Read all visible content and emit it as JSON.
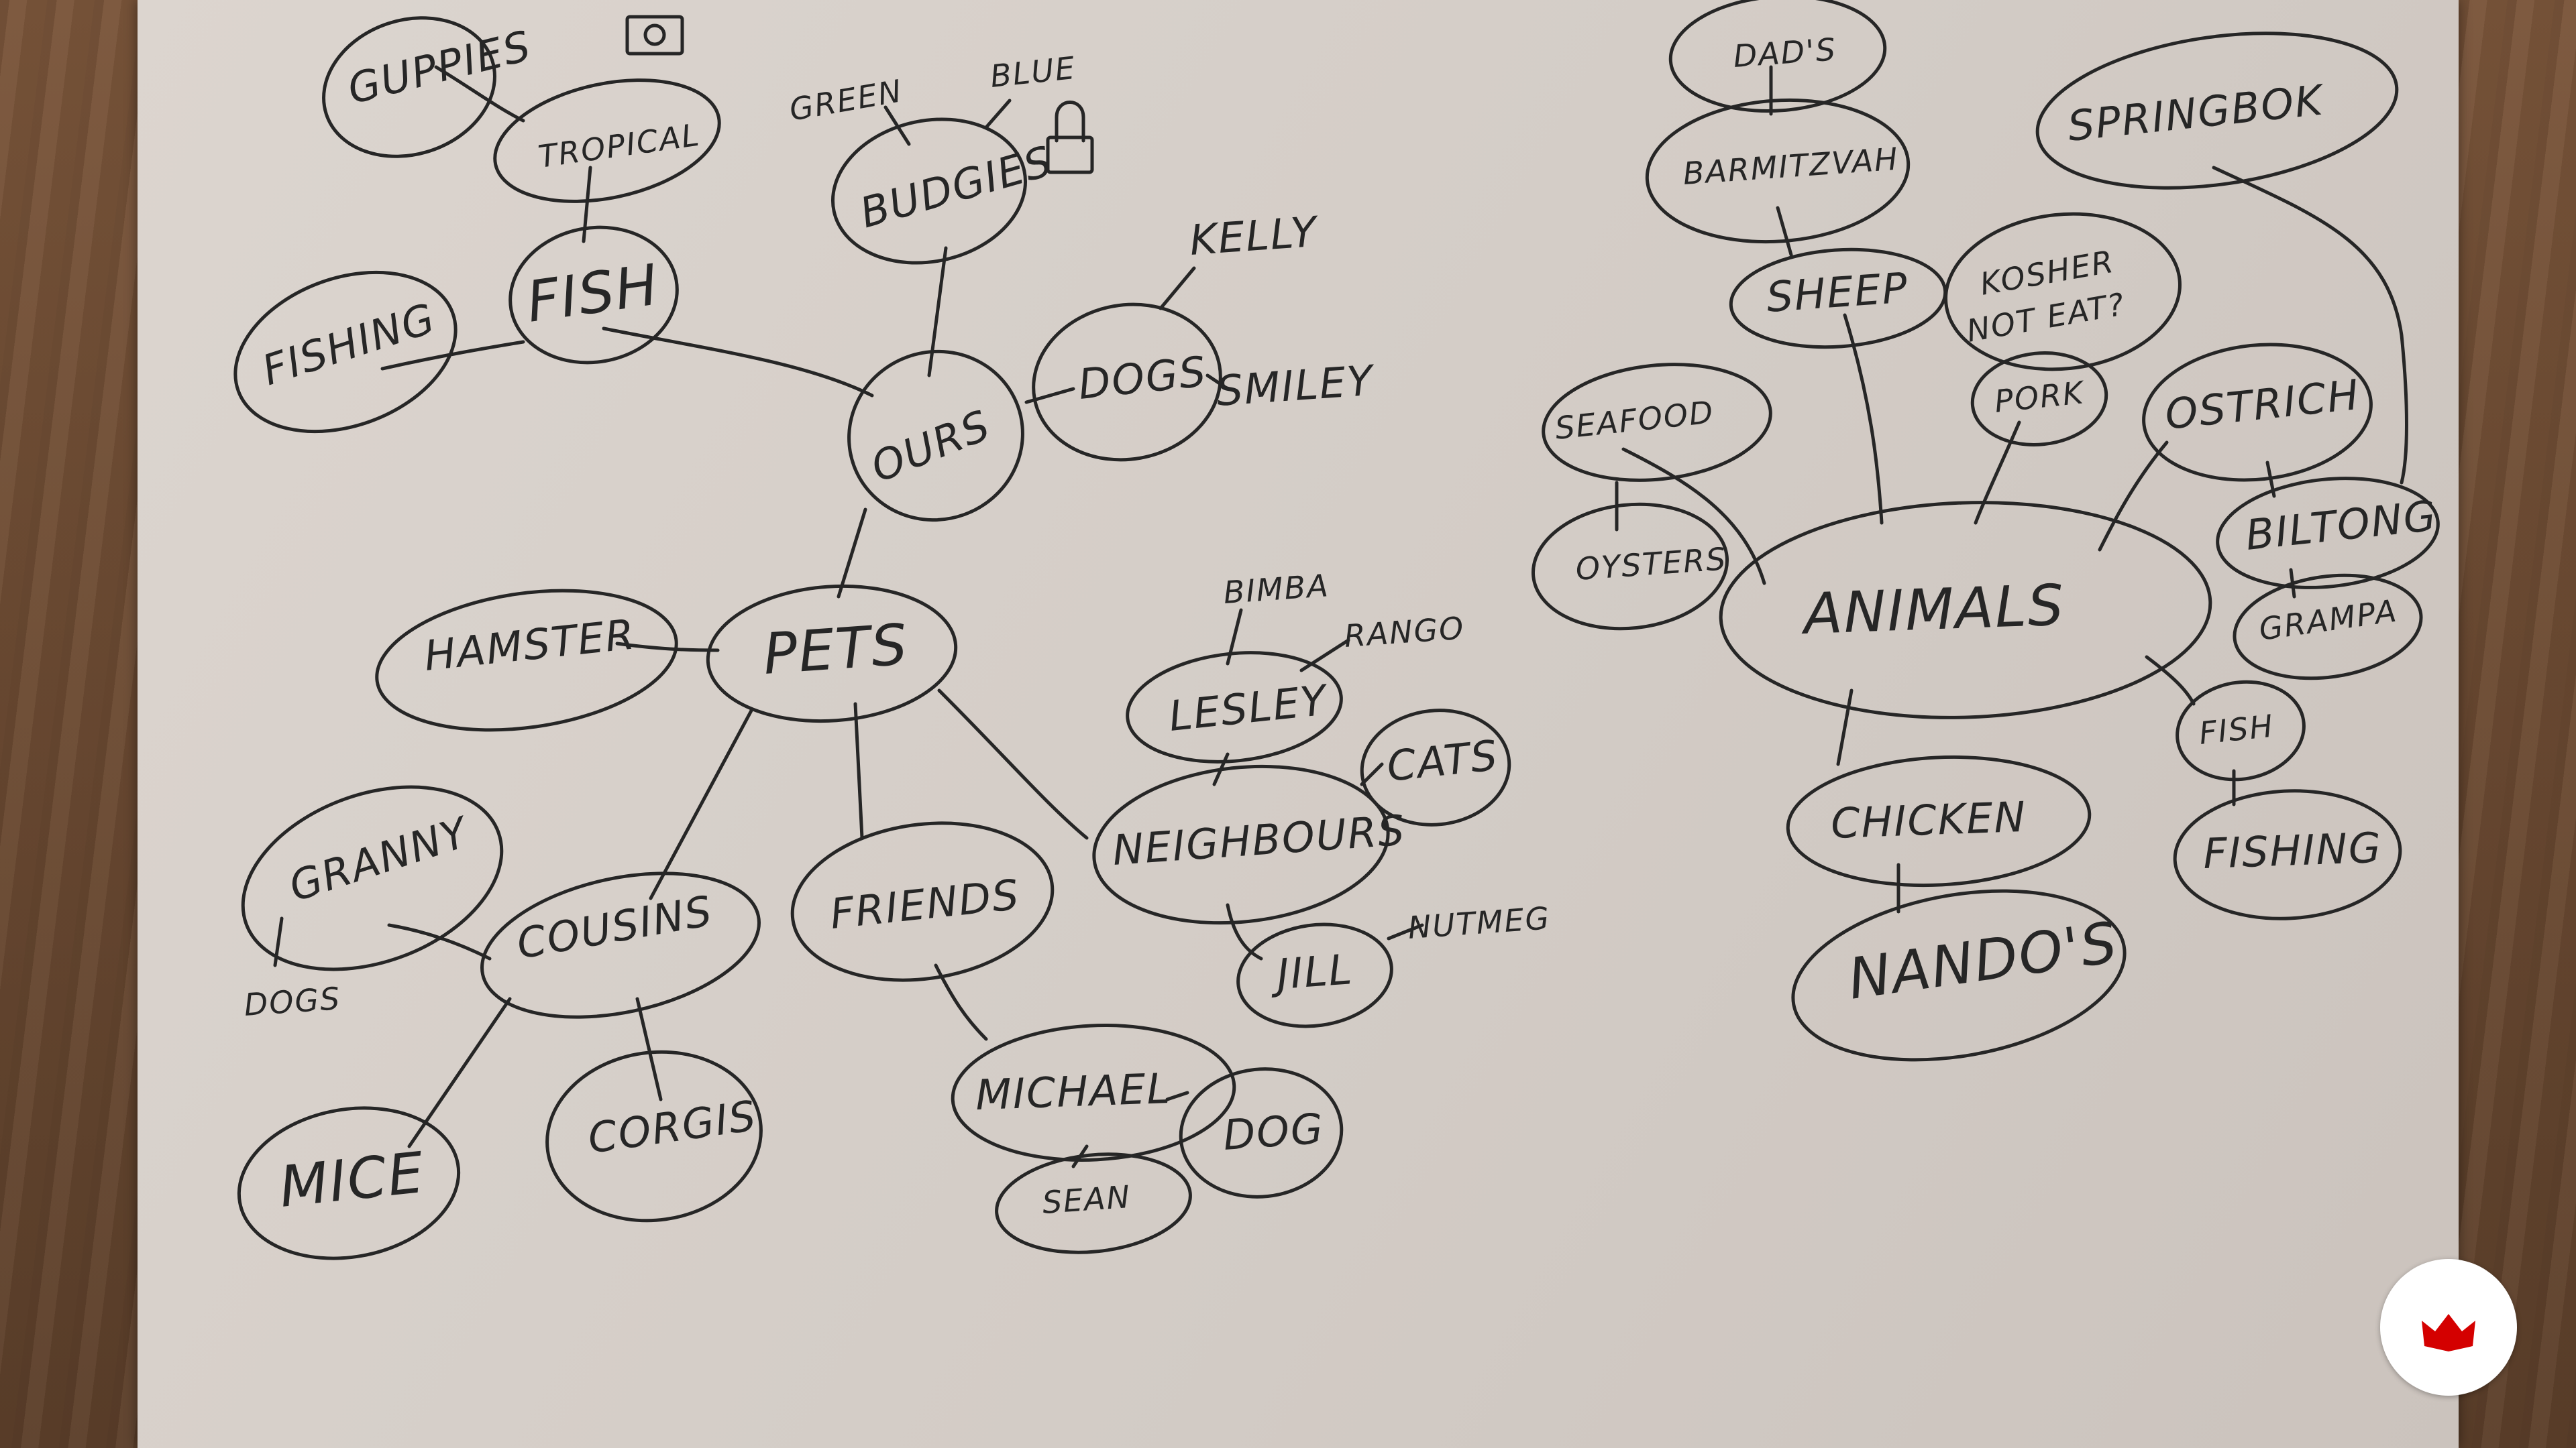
{
  "nodes": {
    "guppies": "GUPPIES",
    "tropical": "TROPICAL",
    "fish_left": "FISH",
    "fishing_left": "FISHING",
    "green": "GREEN",
    "blue": "BLUE",
    "budgies": "BUDGIES",
    "kelly": "KELLY",
    "dogs_ours": "DOGS",
    "smiley": "SMILEY",
    "ours": "OURS",
    "hamster": "HAMSTER",
    "pets": "PETS",
    "bimba": "BIMBA",
    "rango": "RANGO",
    "lesley": "LESLEY",
    "cats": "CATS",
    "neighbours": "NEIGHBOURS",
    "jill": "JILL",
    "nutmeg": "NUTMEG",
    "granny": "GRANNY",
    "dogs_granny": "DOGS",
    "cousins": "COUSINS",
    "friends": "FRIENDS",
    "mice": "MICE",
    "corgis": "CORGIS",
    "michael": "MICHAEL",
    "dog": "DOG",
    "sean": "SEAN",
    "dads": "DAD'S",
    "barmitzvah": "BARMITZVAH",
    "sheep": "SHEEP",
    "springbok": "SPRINGBOK",
    "kosher": "KOSHER",
    "not_eat": "NOT EAT?",
    "pork": "PORK",
    "seafood": "SEAFOOD",
    "ostrich": "OSTRICH",
    "oysters": "OYSTERS",
    "biltong": "BILTONG",
    "animals": "ANIMALS",
    "grampa": "GRAMPA",
    "fish_right": "FISH",
    "chicken": "CHICKEN",
    "fishing_right": "FISHING",
    "nandos": "NANDO'S"
  },
  "icons": {
    "camera": "camera-icon",
    "lock": "padlock-icon",
    "logo": "logo-icon"
  },
  "colors": {
    "ink": "#262626",
    "paper": "#d6cfc9",
    "logo_red": "#d40000"
  }
}
